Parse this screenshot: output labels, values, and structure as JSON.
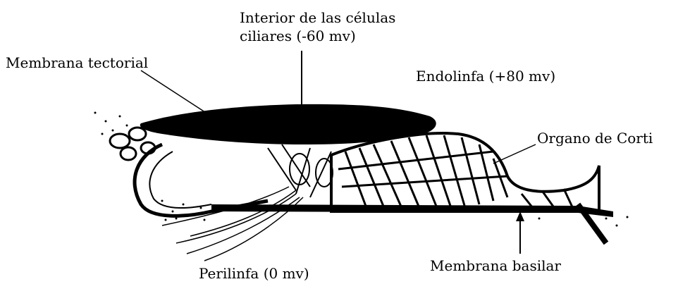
{
  "labels": {
    "interior_line1": "Interior de las células",
    "interior_line2": "ciliares (-60 mv)",
    "membrana_tectorial": "Membrana tectorial",
    "endolinfa": "Endolinfa (+80 mv)",
    "organo_corti": "Organo de Corti",
    "perilinfa": "Perilinfa (0 mv)",
    "membrana_basilar": "Membrana basilar"
  },
  "colors": {
    "ink": "#000000",
    "background": "#ffffff"
  }
}
